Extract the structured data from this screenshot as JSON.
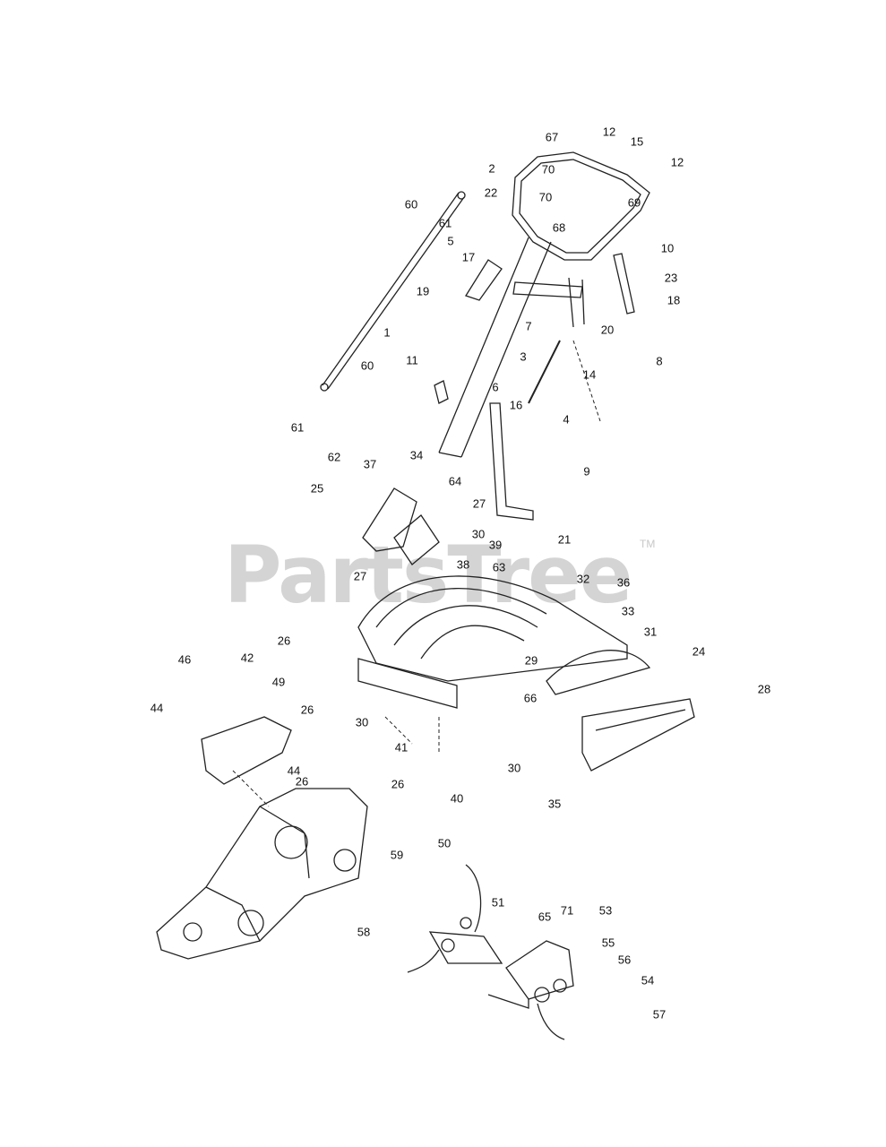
{
  "watermark": {
    "text": "PartsTree",
    "tm": "TM"
  },
  "callouts": [
    "1",
    "2",
    "3",
    "4",
    "5",
    "6",
    "7",
    "8",
    "9",
    "10",
    "11",
    "12",
    "12",
    "14",
    "15",
    "16",
    "17",
    "18",
    "19",
    "20",
    "21",
    "22",
    "23",
    "24",
    "25",
    "26",
    "26",
    "26",
    "26",
    "27",
    "27",
    "28",
    "29",
    "30",
    "30",
    "30",
    "31",
    "32",
    "33",
    "34",
    "35",
    "36",
    "37",
    "38",
    "39",
    "40",
    "41",
    "42",
    "44",
    "44",
    "46",
    "49",
    "50",
    "51",
    "53",
    "54",
    "55",
    "56",
    "57",
    "58",
    "59",
    "60",
    "60",
    "61",
    "61",
    "62",
    "63",
    "64",
    "65",
    "66",
    "67",
    "68",
    "69",
    "70",
    "70",
    "71"
  ]
}
